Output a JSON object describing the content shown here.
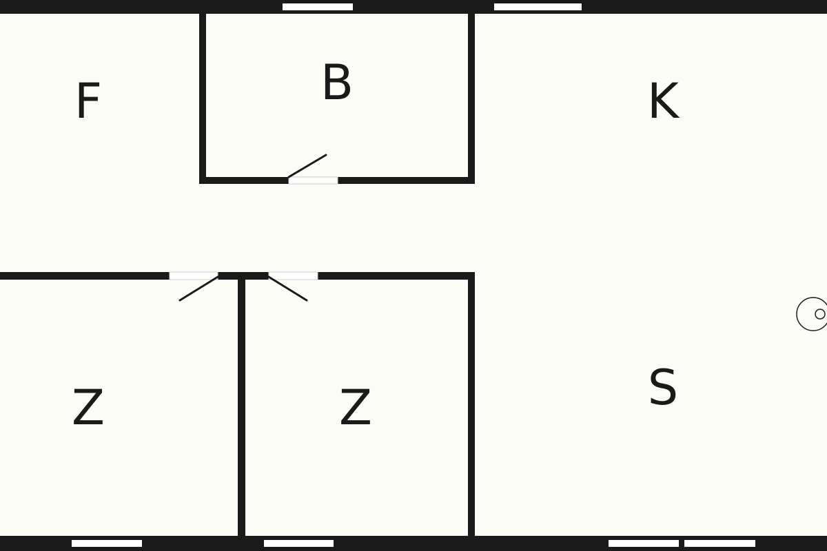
{
  "colors": {
    "background": "#fcfcf7",
    "wall": "#1a1a1a",
    "window": "#ffffff",
    "door_leaf": "#1a1a1a"
  },
  "rooms": {
    "f": "F",
    "b": "B",
    "k": "K",
    "z_left": "Z",
    "z_right": "Z",
    "s": "S"
  },
  "symbols": {
    "chimney": "circle-symbol"
  }
}
